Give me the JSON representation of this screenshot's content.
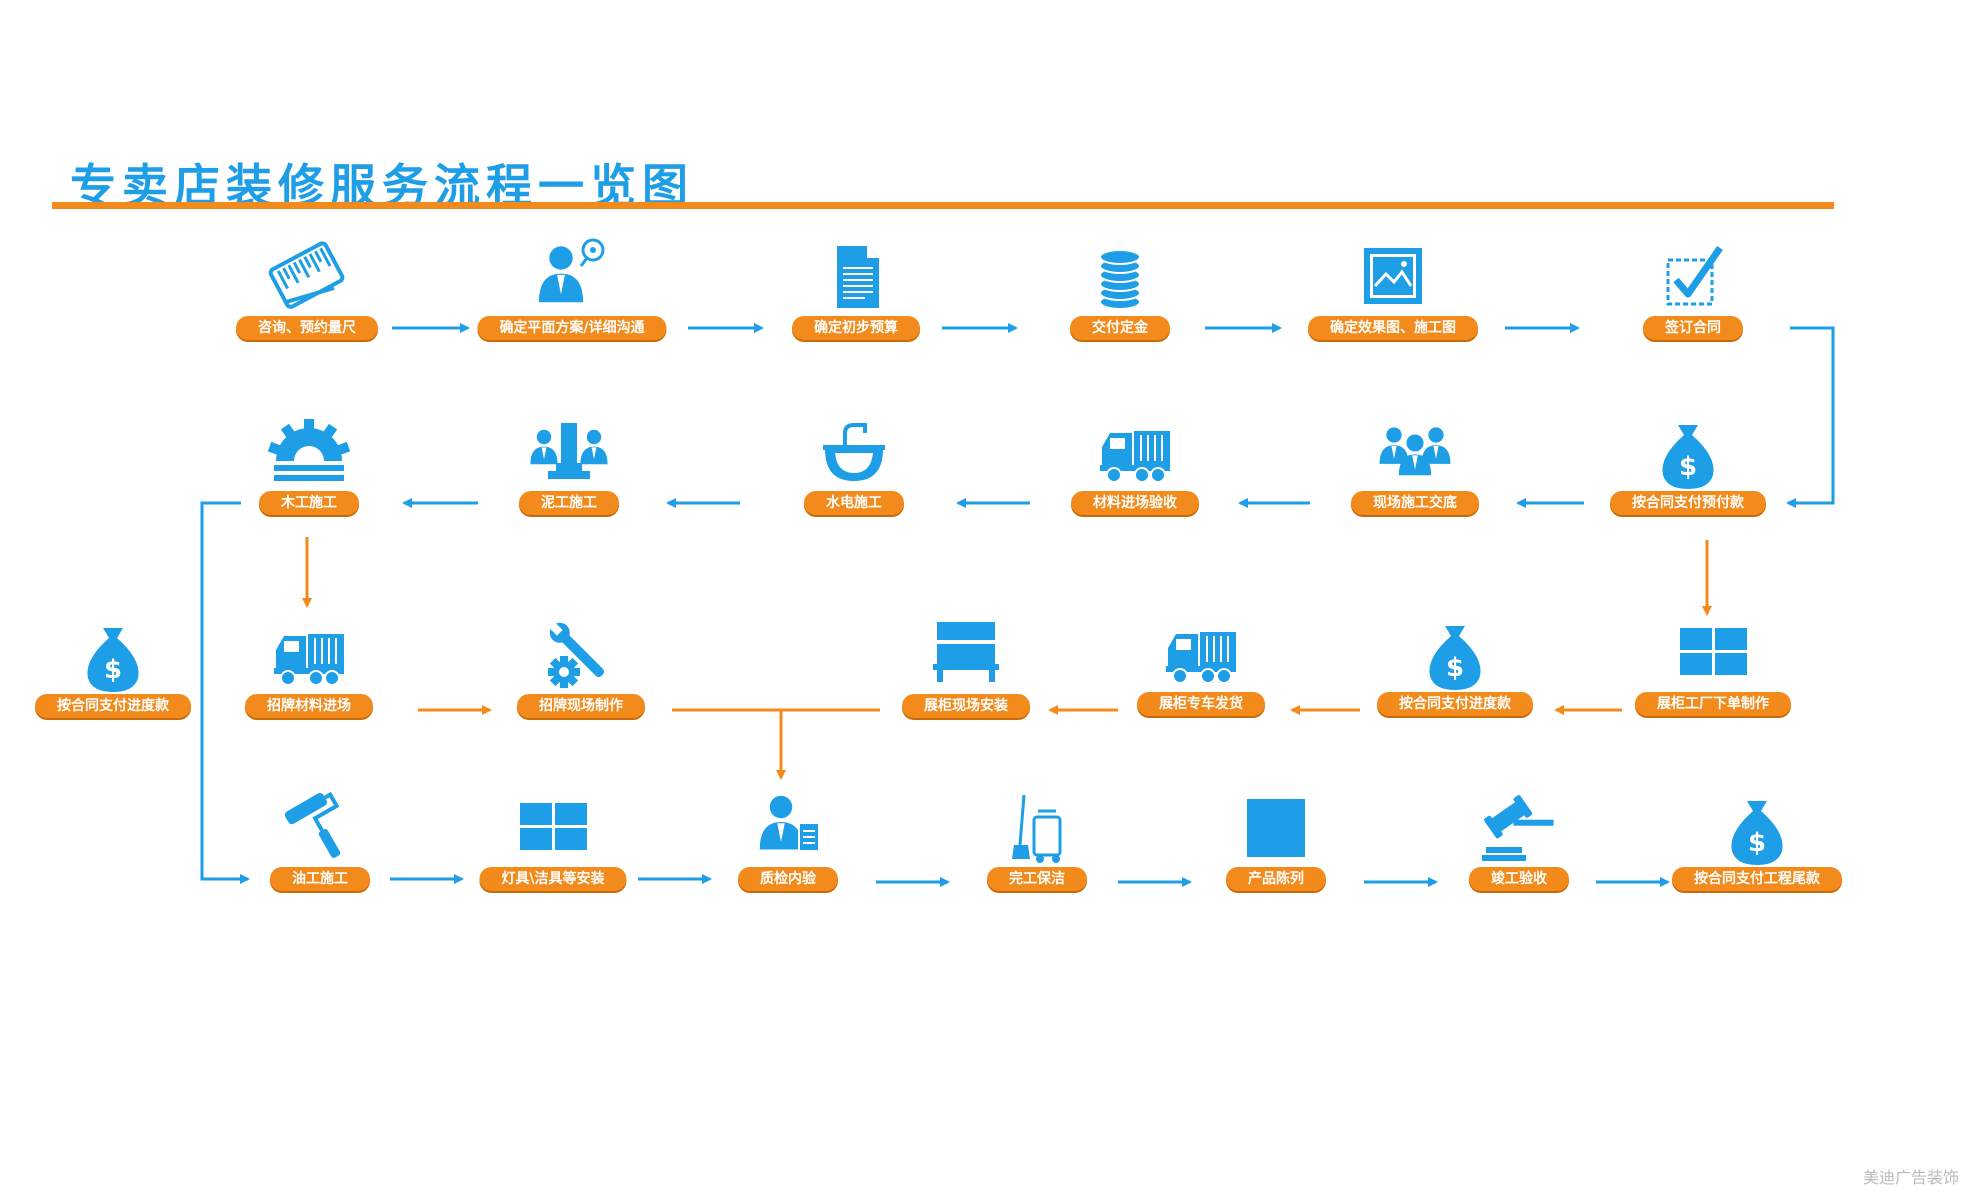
{
  "title": "专卖店装修服务流程一览图",
  "watermark": "美迪广告装饰",
  "colors": {
    "blue": "#1e9ee6",
    "orange": "#f28a1c",
    "white": "#ffffff"
  },
  "steps": [
    {
      "id": "s1",
      "label": "咨询、预约量尺",
      "icon": "ruler-icon"
    },
    {
      "id": "s2",
      "label": "确定平面方案/详细沟通",
      "icon": "consultant-icon"
    },
    {
      "id": "s3",
      "label": "确定初步预算",
      "icon": "document-icon"
    },
    {
      "id": "s4",
      "label": "交付定金",
      "icon": "coins-icon"
    },
    {
      "id": "s5",
      "label": "确定效果图、施工图",
      "icon": "picture-icon"
    },
    {
      "id": "s6",
      "label": "签订合同",
      "icon": "checkmark-icon"
    },
    {
      "id": "s7",
      "label": "按合同支付预付款",
      "icon": "money-bag-icon"
    },
    {
      "id": "s8",
      "label": "现场施工交底",
      "icon": "team-icon"
    },
    {
      "id": "s9",
      "label": "材料进场验收",
      "icon": "truck-icon"
    },
    {
      "id": "s10",
      "label": "水电施工",
      "icon": "sink-icon"
    },
    {
      "id": "s11",
      "label": "泥工施工",
      "icon": "workers-icon"
    },
    {
      "id": "s12",
      "label": "木工施工",
      "icon": "gear-half-icon"
    },
    {
      "id": "s13",
      "label": "展柜工厂下单制作",
      "icon": "window-icon"
    },
    {
      "id": "s14",
      "label": "按合同支付进度款",
      "icon": "money-bag-icon"
    },
    {
      "id": "s15",
      "label": "展柜专车发货",
      "icon": "truck-icon"
    },
    {
      "id": "s16",
      "label": "展柜现场安装",
      "icon": "cabinet-icon"
    },
    {
      "id": "s17",
      "label": "招牌现场制作",
      "icon": "wrench-gear-icon"
    },
    {
      "id": "s18",
      "label": "招牌材料进场",
      "icon": "truck-icon"
    },
    {
      "id": "s19",
      "label": "按合同支付进度款",
      "icon": "money-bag-icon"
    },
    {
      "id": "s20",
      "label": "油工施工",
      "icon": "paint-roller-icon"
    },
    {
      "id": "s21",
      "label": "灯具\\洁具等安装",
      "icon": "window-icon"
    },
    {
      "id": "s22",
      "label": "质检内验",
      "icon": "inspector-icon"
    },
    {
      "id": "s23",
      "label": "完工保洁",
      "icon": "cleaning-cart-icon"
    },
    {
      "id": "s24",
      "label": "产品陈列",
      "icon": "square-icon"
    },
    {
      "id": "s25",
      "label": "竣工验收",
      "icon": "gavel-icon"
    },
    {
      "id": "s26",
      "label": "按合同支付工程尾款",
      "icon": "money-bag-icon"
    }
  ],
  "connections": [
    {
      "from": "s1",
      "to": "s2",
      "color": "blue"
    },
    {
      "from": "s2",
      "to": "s3",
      "color": "blue"
    },
    {
      "from": "s3",
      "to": "s4",
      "color": "blue"
    },
    {
      "from": "s4",
      "to": "s5",
      "color": "blue"
    },
    {
      "from": "s5",
      "to": "s6",
      "color": "blue"
    },
    {
      "from": "s6",
      "to": "s7",
      "color": "blue"
    },
    {
      "from": "s7",
      "to": "s8",
      "color": "blue"
    },
    {
      "from": "s8",
      "to": "s9",
      "color": "blue"
    },
    {
      "from": "s9",
      "to": "s10",
      "color": "blue"
    },
    {
      "from": "s10",
      "to": "s11",
      "color": "blue"
    },
    {
      "from": "s11",
      "to": "s12",
      "color": "blue"
    },
    {
      "from": "s12",
      "to": "s18",
      "color": "orange"
    },
    {
      "from": "s18",
      "to": "s17",
      "color": "orange"
    },
    {
      "from": "s7",
      "to": "s13",
      "color": "orange"
    },
    {
      "from": "s13",
      "to": "s14",
      "color": "orange"
    },
    {
      "from": "s14",
      "to": "s15",
      "color": "orange"
    },
    {
      "from": "s15",
      "to": "s16",
      "color": "orange"
    },
    {
      "from": "s17",
      "to": "s22",
      "color": "orange"
    },
    {
      "from": "s16",
      "to": "s22",
      "color": "orange"
    },
    {
      "from": "s12",
      "to": "s20",
      "color": "blue"
    },
    {
      "from": "s20",
      "to": "s21",
      "color": "blue"
    },
    {
      "from": "s21",
      "to": "s22",
      "color": "blue"
    },
    {
      "from": "s22",
      "to": "s23",
      "color": "blue"
    },
    {
      "from": "s23",
      "to": "s24",
      "color": "blue"
    },
    {
      "from": "s24",
      "to": "s25",
      "color": "blue"
    },
    {
      "from": "s25",
      "to": "s26",
      "color": "blue"
    }
  ]
}
